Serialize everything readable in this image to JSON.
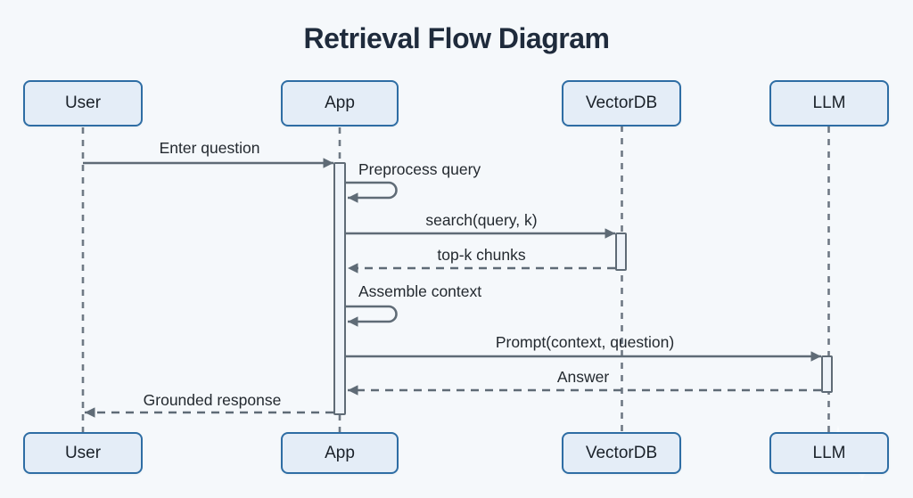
{
  "title": "Retrieval Flow Diagram",
  "diagram_type": "sequence",
  "actors": [
    {
      "name": "User"
    },
    {
      "name": "App"
    },
    {
      "name": "VectorDB"
    },
    {
      "name": "LLM"
    }
  ],
  "messages": [
    {
      "label": "Enter question",
      "from": "User",
      "to": "App",
      "line": "solid",
      "direction": "right"
    },
    {
      "label": "Preprocess query",
      "from": "App",
      "to": "App",
      "line": "self",
      "direction": "self"
    },
    {
      "label": "search(query, k)",
      "from": "App",
      "to": "VectorDB",
      "line": "solid",
      "direction": "right"
    },
    {
      "label": "top-k chunks",
      "from": "VectorDB",
      "to": "App",
      "line": "dashed",
      "direction": "left"
    },
    {
      "label": "Assemble context",
      "from": "App",
      "to": "App",
      "line": "self",
      "direction": "self"
    },
    {
      "label": "Prompt(context, question)",
      "from": "App",
      "to": "LLM",
      "line": "solid",
      "direction": "right"
    },
    {
      "label": "Answer",
      "from": "LLM",
      "to": "App",
      "line": "dashed",
      "direction": "left"
    },
    {
      "label": "Grounded response",
      "from": "App",
      "to": "User",
      "line": "dashed",
      "direction": "left"
    }
  ],
  "colors": {
    "background": "#f5f8fb",
    "actor_fill": "#e4edf7",
    "actor_border": "#2e6da4",
    "arrow_line": "#5f6b76",
    "lifeline": "#6f7984",
    "activation_fill": "#eef3f9",
    "message_text": "#23292f",
    "title_text": "#1f2b3c"
  }
}
